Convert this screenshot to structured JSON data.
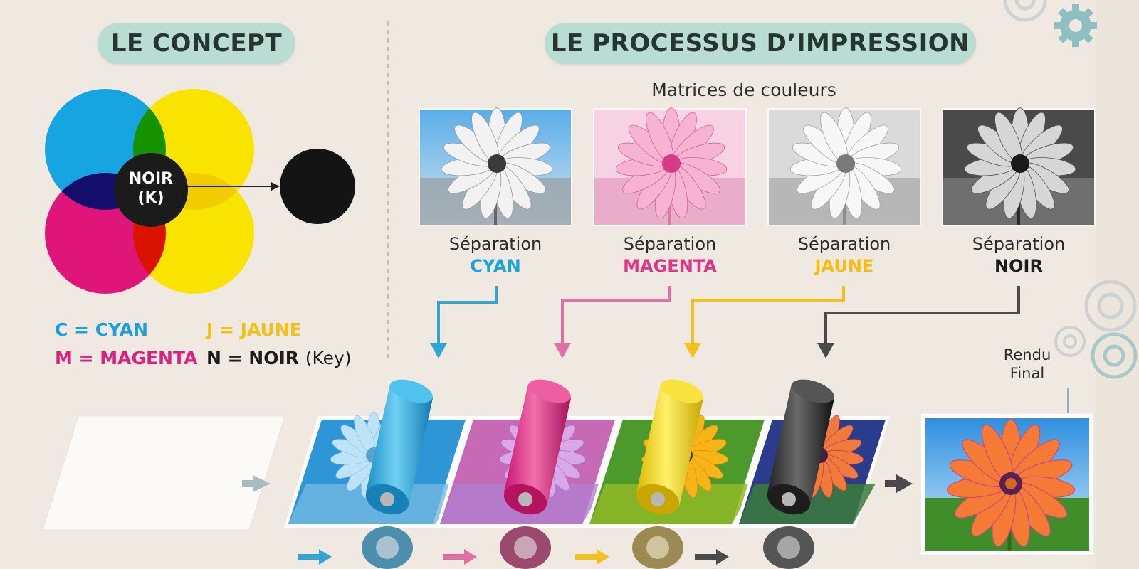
{
  "headers": {
    "concept": "LE CONCEPT",
    "process": "LE PROCESSUS D’IMPRESSION"
  },
  "concept": {
    "center_label_line1": "NOIR",
    "center_label_line2": "(K)",
    "colors": {
      "cyan": "#16a5e0",
      "magenta": "#e0157a",
      "yellow": "#f8e400",
      "black": "#141414"
    },
    "legend": {
      "cyan": "C = CYAN",
      "yellow": "J = JAUNE",
      "magenta": "M = MAGENTA",
      "black_bold": "N = NOIR",
      "black_suffix": "(Key)"
    }
  },
  "process": {
    "matrices_title": "Matrices de couleurs",
    "separations": [
      {
        "prefix": "Séparation",
        "color_name": "CYAN",
        "color": "#1aa6d8"
      },
      {
        "prefix": "Séparation",
        "color_name": "MAGENTA",
        "color": "#e03586"
      },
      {
        "prefix": "Séparation",
        "color_name": "JAUNE",
        "color": "#f4bd10"
      },
      {
        "prefix": "Séparation",
        "color_name": "NOIR",
        "color": "#1d1d1d"
      }
    ],
    "final_label_line1": "Rendu",
    "final_label_line2": "Final"
  }
}
